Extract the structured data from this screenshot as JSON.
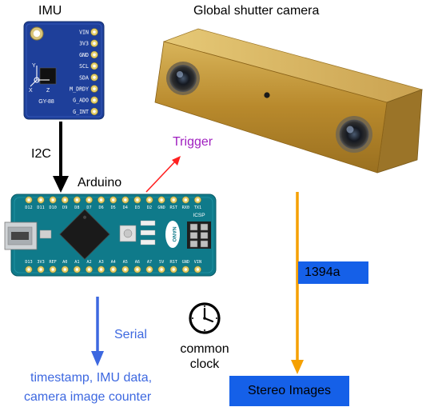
{
  "labels": {
    "imu": "IMU",
    "camera": "Global shutter camera",
    "i2c": "I2C",
    "trigger": "Trigger",
    "arduino": "Arduino",
    "interface_1394": "1394a",
    "serial": "Serial",
    "clock_line1": "common",
    "clock_line2": "clock",
    "imu_output_line1": "timestamp, IMU data,",
    "imu_output_line2": "camera image counter",
    "stereo_images": "Stereo Images"
  },
  "imu_board": {
    "model": "GY-88",
    "pins": [
      "VIN",
      "3V3",
      "GND",
      "SCL",
      "SDA",
      "M_DRDY",
      "G_ADO",
      "G_INT"
    ]
  },
  "arduino_board": {
    "top_pins": [
      "D12",
      "D11",
      "D10",
      "D9",
      "D8",
      "D7",
      "D6",
      "D5",
      "D4",
      "D3",
      "D2",
      "GND",
      "RST",
      "RX0",
      "TX1"
    ],
    "bottom_pins": [
      "D13",
      "3V3",
      "REF",
      "A0",
      "A1",
      "A2",
      "A3",
      "A4",
      "A5",
      "A6",
      "A7",
      "5V",
      "RST",
      "GND",
      "VIN"
    ],
    "badge": "NANO",
    "header_label": "ICSP"
  },
  "colors": {
    "black_arrow": "#000000",
    "trigger_arrow": "#ff2020",
    "trigger_text": "#a020c0",
    "serial_arrow": "#3d68e0",
    "serial_text": "#3d68e0",
    "camera_arrow": "#f5a000",
    "box_fill": "#1560e8",
    "imu_board": "#1e3f9a",
    "arduino_board": "#0f7a8a",
    "camera_body": "#c49a3c"
  },
  "icons": {
    "clock": "clock-icon"
  }
}
